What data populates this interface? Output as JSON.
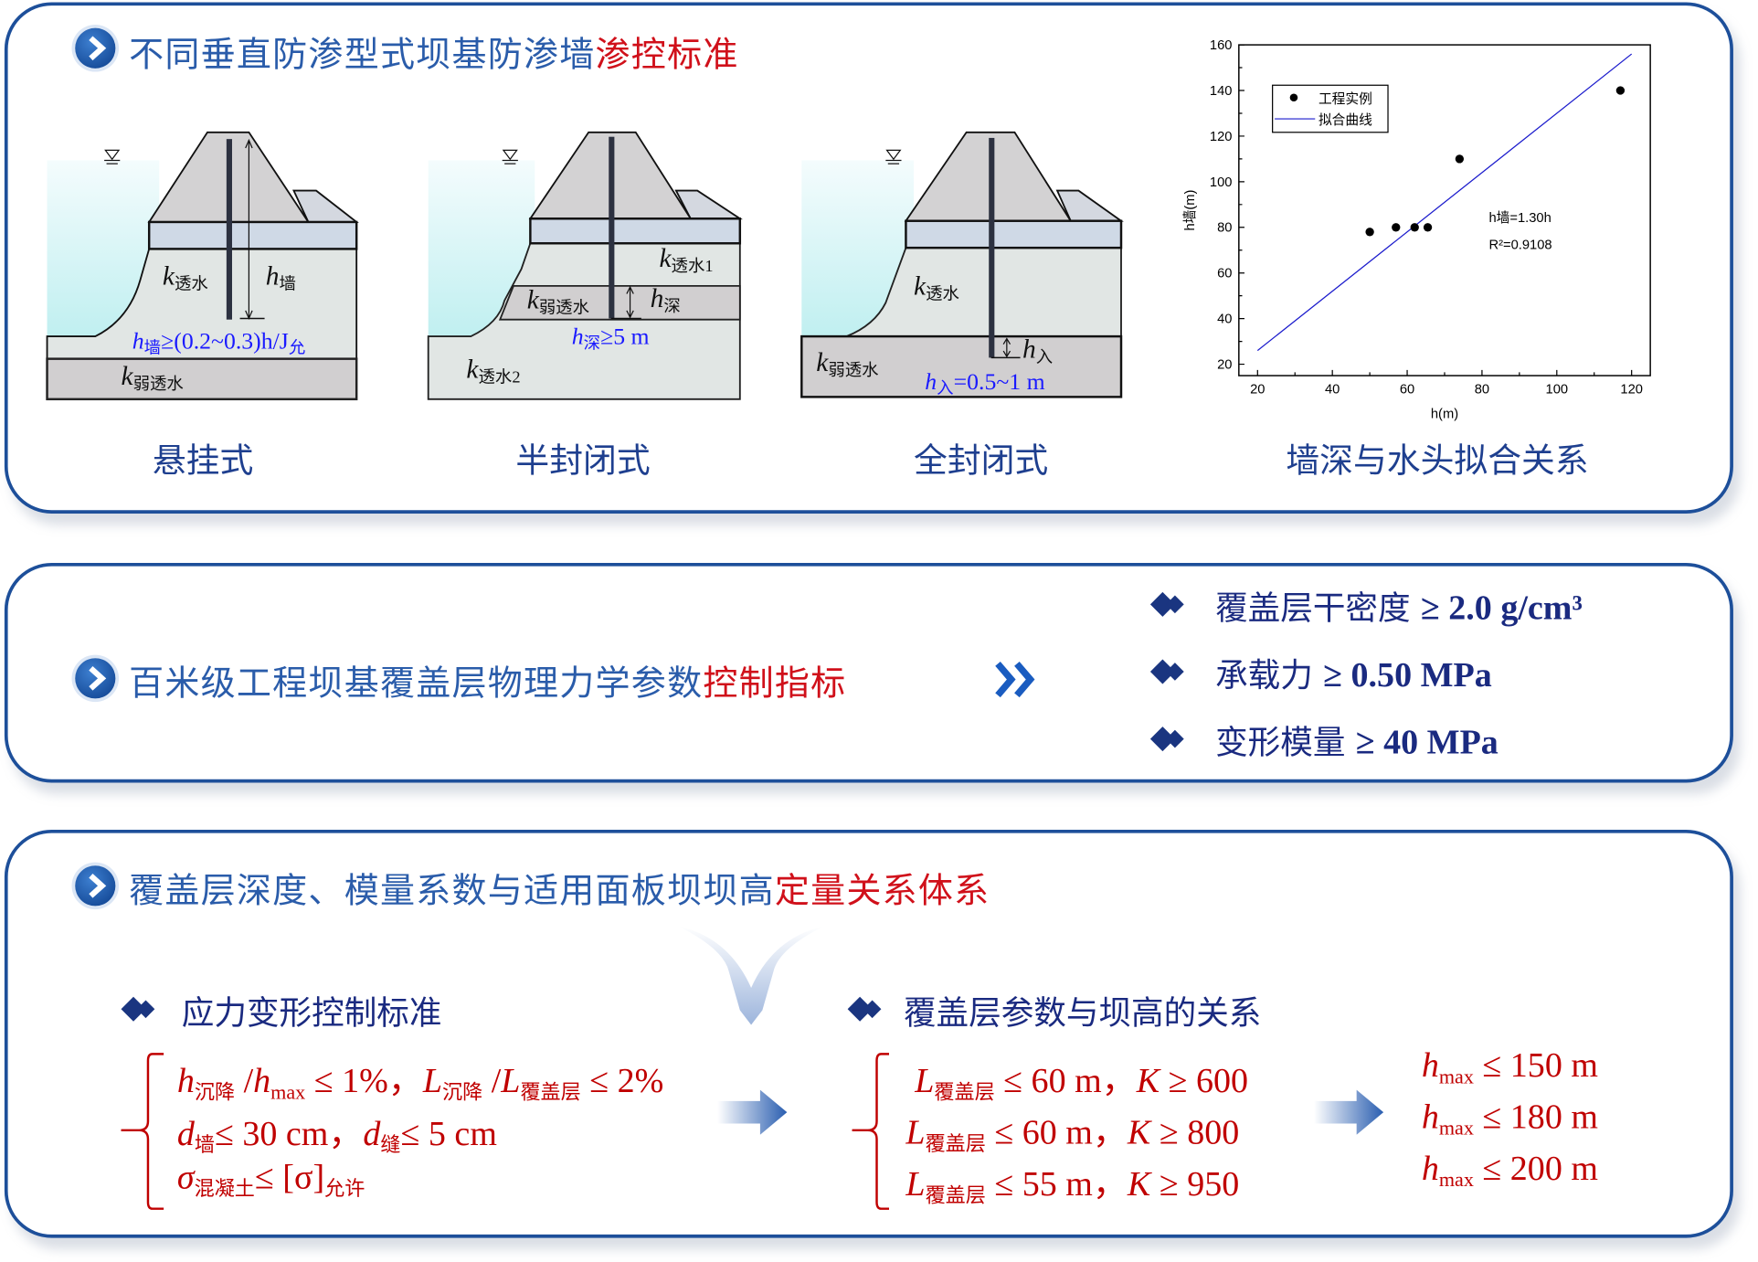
{
  "panel1": {
    "title_prefix": "不同垂直防渗型式坝基防渗墙",
    "title_highlight": "渗控标准",
    "diagrams": [
      {
        "caption": "悬挂式",
        "labels": {
          "k_permeable": "k",
          "k_permeable_sub": "透水",
          "h_wall": "h",
          "h_wall_sub": "墙",
          "formula": "h",
          "formula_sub": "墙",
          "formula_rest": "≥(0.2~0.3)h/J",
          "formula_rest_sub": "允",
          "k_weak": "k",
          "k_weak_sub": "弱透水"
        }
      },
      {
        "caption": "半封闭式",
        "labels": {
          "k1": "k",
          "k1_sub": "透水1",
          "k_weak": "k",
          "k_weak_sub": "弱透水",
          "h_deep": "h",
          "h_deep_sub": "深",
          "formula": "h",
          "formula_sub": "深",
          "formula_rest": "≥5 m",
          "k2": "k",
          "k2_sub": "透水2"
        }
      },
      {
        "caption": "全封闭式",
        "labels": {
          "k_permeable": "k",
          "k_permeable_sub": "透水",
          "h_in": "h",
          "h_in_sub": "入",
          "k_weak": "k",
          "k_weak_sub": "弱透水",
          "formula": "h",
          "formula_sub": "入",
          "formula_rest": "=0.5~1 m"
        }
      }
    ],
    "chart_caption": "墙深与水头拟合关系"
  },
  "chart_data": {
    "type": "scatter",
    "title": "墙深与水头拟合关系",
    "xlabel": "h(m)",
    "ylabel": "h墙(m)",
    "xlim": [
      15,
      125
    ],
    "ylim": [
      15,
      160
    ],
    "xticks": [
      20,
      40,
      60,
      80,
      100,
      120
    ],
    "yticks": [
      20,
      40,
      60,
      80,
      100,
      120,
      140,
      160
    ],
    "legend_position": "top-left",
    "series": [
      {
        "name": "工程实例",
        "kind": "scatter",
        "color": "#000000",
        "x": [
          50,
          57,
          62,
          65.5,
          74,
          117
        ],
        "y": [
          78,
          80,
          80,
          80,
          110,
          140
        ]
      },
      {
        "name": "拟合曲线",
        "kind": "line",
        "color": "#1a1acc",
        "x": [
          20,
          120
        ],
        "y": [
          26,
          156
        ]
      }
    ],
    "annotations": {
      "equation": "h墙=1.30h",
      "r2": "R²=0.9108"
    }
  },
  "panel2": {
    "title_prefix": "百米级工程坝基覆盖层物理力学参数",
    "title_highlight": "控制指标",
    "arrow": "››",
    "items": [
      {
        "label": "覆盖层干密度",
        "value": "≥ 2.0 g/cm³"
      },
      {
        "label": "承载力",
        "value": "≥ 0.50 MPa"
      },
      {
        "label": "变形模量",
        "value": "≥ 40 MPa"
      }
    ]
  },
  "panel3": {
    "title_prefix": "覆盖层深度、模量系数与适用面板坝坝高",
    "title_highlight": "定量关系体系",
    "left_heading": "应力变形控制标准",
    "right_heading": "覆盖层参数与坝高的关系",
    "stress_criteria": [
      [
        {
          "t": "h",
          "i": 1
        },
        {
          "s": "沉降"
        },
        {
          "t": " /"
        },
        {
          "t": "h",
          "i": 1
        },
        {
          "s": "max"
        },
        {
          "t": " ≤ 1%，"
        },
        {
          "t": "L",
          "i": 1
        },
        {
          "s": "沉降"
        },
        {
          "t": " /"
        },
        {
          "t": "L",
          "i": 1
        },
        {
          "s": "覆盖层"
        },
        {
          "t": " ≤ 2%"
        }
      ],
      [
        {
          "t": "d",
          "i": 1
        },
        {
          "s": "墙"
        },
        {
          "t": "≤ 30 cm，"
        },
        {
          "t": "d",
          "i": 1
        },
        {
          "s": "缝"
        },
        {
          "t": "≤ 5 cm"
        }
      ],
      [
        {
          "t": "σ",
          "i": 1
        },
        {
          "s": "混凝土"
        },
        {
          "t": "≤ [σ]"
        },
        {
          "s": "允许"
        }
      ]
    ],
    "parameter_conditions": [
      [
        {
          "t": "L",
          "i": 1
        },
        {
          "s": "覆盖层"
        },
        {
          "t": " ≤ 60 m，"
        },
        {
          "t": "K",
          "i": 1
        },
        {
          "t": " ≥ 600"
        }
      ],
      [
        {
          "t": "L",
          "i": 1
        },
        {
          "s": "覆盖层"
        },
        {
          "t": " ≤ 60 m，"
        },
        {
          "t": "K",
          "i": 1
        },
        {
          "t": " ≥ 800"
        }
      ],
      [
        {
          "t": "L",
          "i": 1
        },
        {
          "s": "覆盖层"
        },
        {
          "t": " ≤ 55 m，"
        },
        {
          "t": "K",
          "i": 1
        },
        {
          "t": " ≥ 950"
        }
      ]
    ],
    "dam_heights": [
      [
        {
          "t": "h",
          "i": 1
        },
        {
          "s": "max"
        },
        {
          "t": " ≤ 150 m"
        }
      ],
      [
        {
          "t": "h",
          "i": 1
        },
        {
          "s": "max"
        },
        {
          "t": " ≤ 180 m"
        }
      ],
      [
        {
          "t": "h",
          "i": 1
        },
        {
          "s": "max"
        },
        {
          "t": " ≤ 200 m"
        }
      ]
    ]
  },
  "colors": {
    "border": "#1d4f9a",
    "title_blue": "#2a5caa",
    "highlight_red": "#d0101a",
    "formula_red": "#c00000",
    "navy": "#1a2a80"
  }
}
